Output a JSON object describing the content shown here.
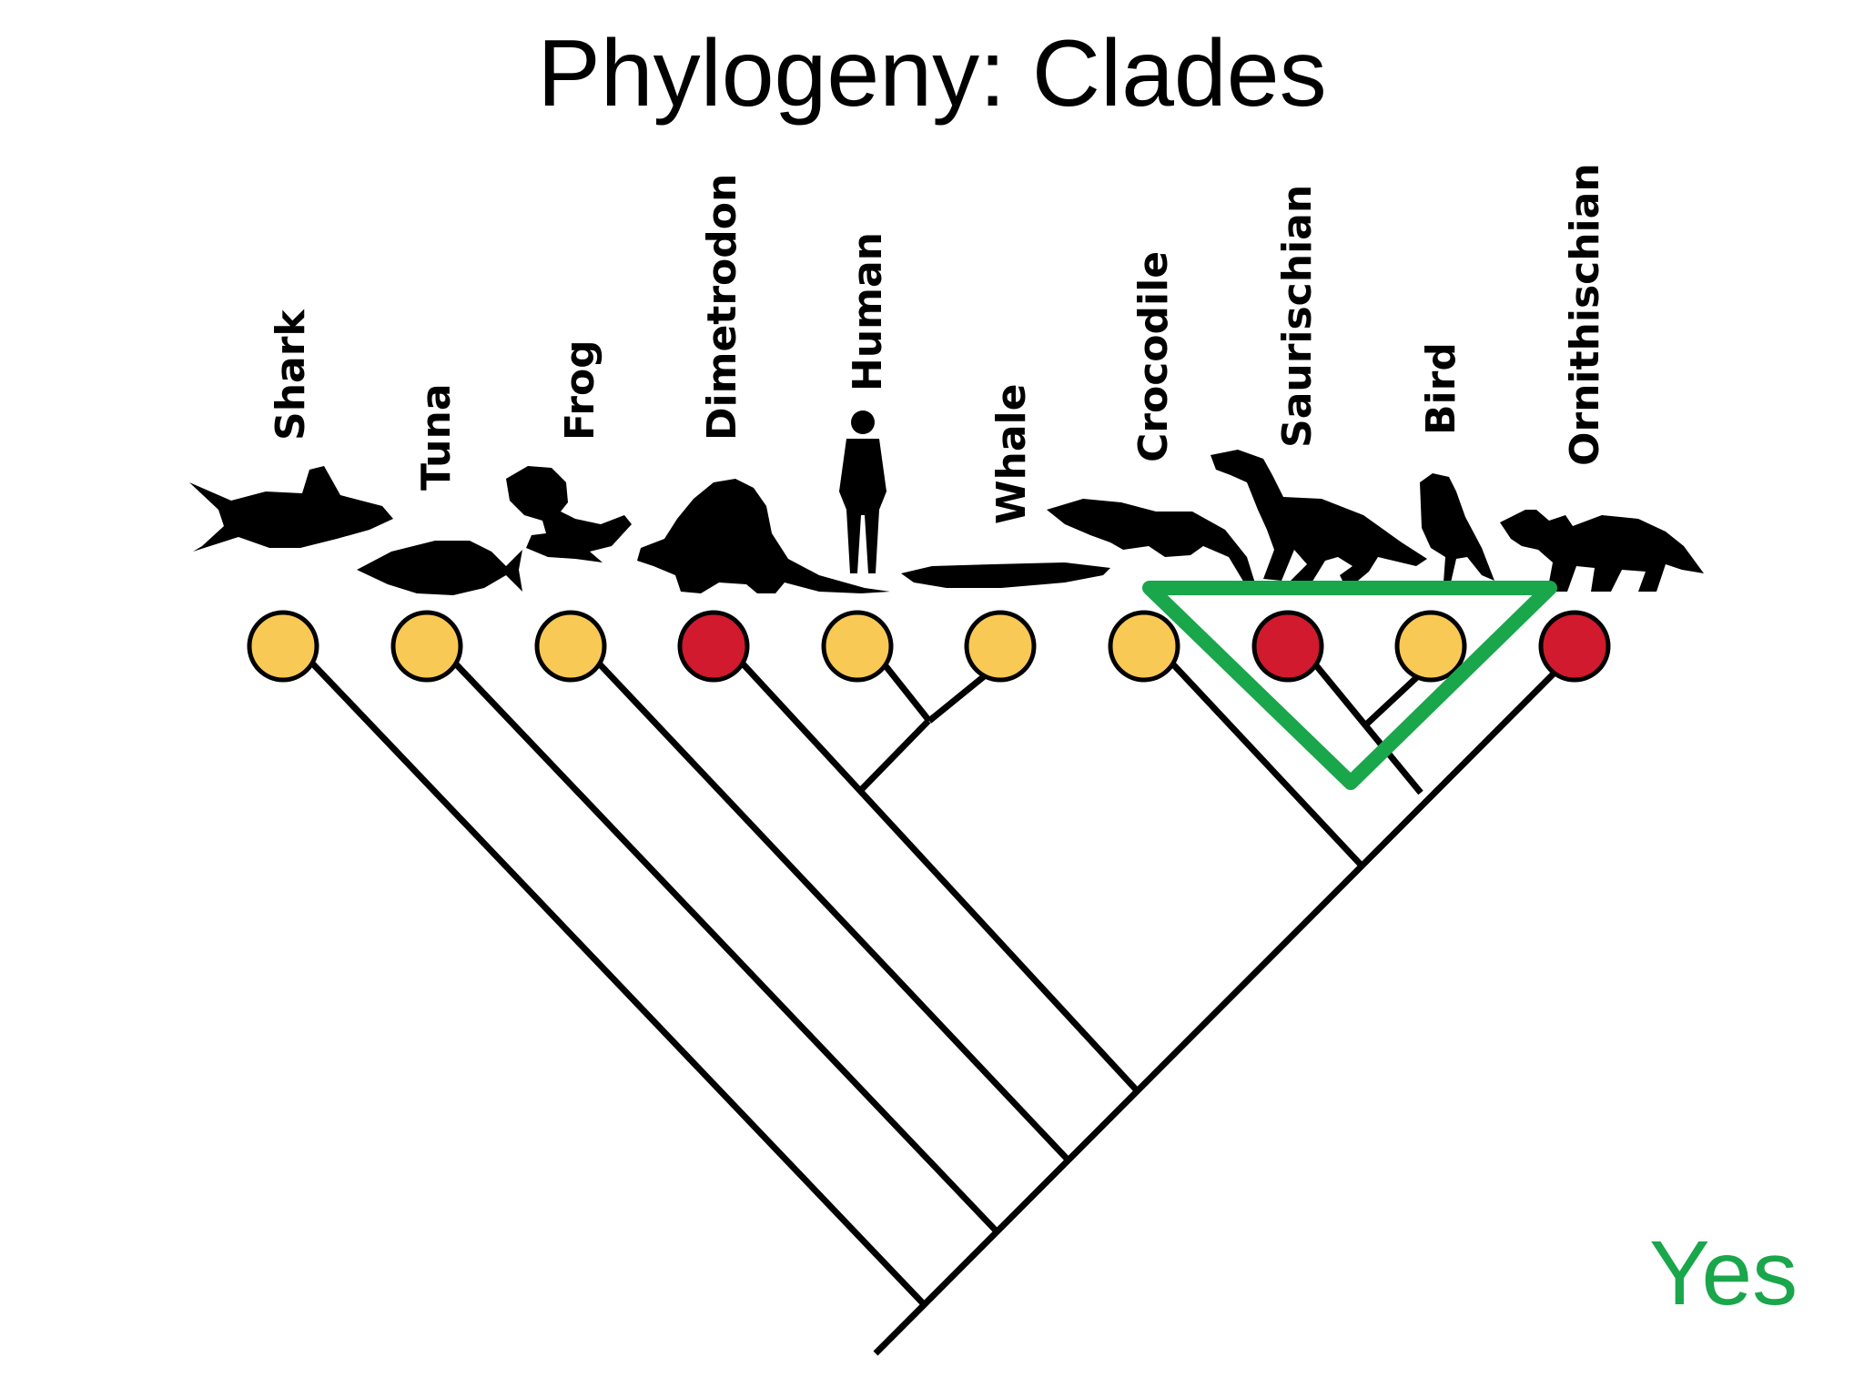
{
  "slide": {
    "title": "Phylogeny: Clades",
    "answer": "Yes"
  },
  "colors": {
    "trait_absent": "#f9c955",
    "trait_present": "#d11a2e",
    "clade_outline": "#1aa64b",
    "branch": "#000000",
    "answer": "#1aa64b"
  },
  "taxa": [
    {
      "name": "Shark",
      "icon": "shark-silhouette-icon",
      "node": "trait_absent"
    },
    {
      "name": "Tuna",
      "icon": "tuna-silhouette-icon",
      "node": "trait_absent"
    },
    {
      "name": "Frog",
      "icon": "frog-silhouette-icon",
      "node": "trait_absent"
    },
    {
      "name": "Dimetrodon",
      "icon": "dimetrodon-silhouette-icon",
      "node": "trait_present"
    },
    {
      "name": "Human",
      "icon": "human-silhouette-icon",
      "node": "trait_absent"
    },
    {
      "name": "Whale",
      "icon": "whale-silhouette-icon",
      "node": "trait_absent"
    },
    {
      "name": "Crocodile",
      "icon": "crocodile-silhouette-icon",
      "node": "trait_absent"
    },
    {
      "name": "Saurischian",
      "icon": "saurischian-silhouette-icon",
      "node": "trait_present"
    },
    {
      "name": "Bird",
      "icon": "bird-silhouette-icon",
      "node": "trait_absent"
    },
    {
      "name": "Ornithischian",
      "icon": "ornithischian-silhouette-icon",
      "node": "trait_present"
    }
  ],
  "highlighted_clade": [
    "Saurischian",
    "Bird"
  ]
}
